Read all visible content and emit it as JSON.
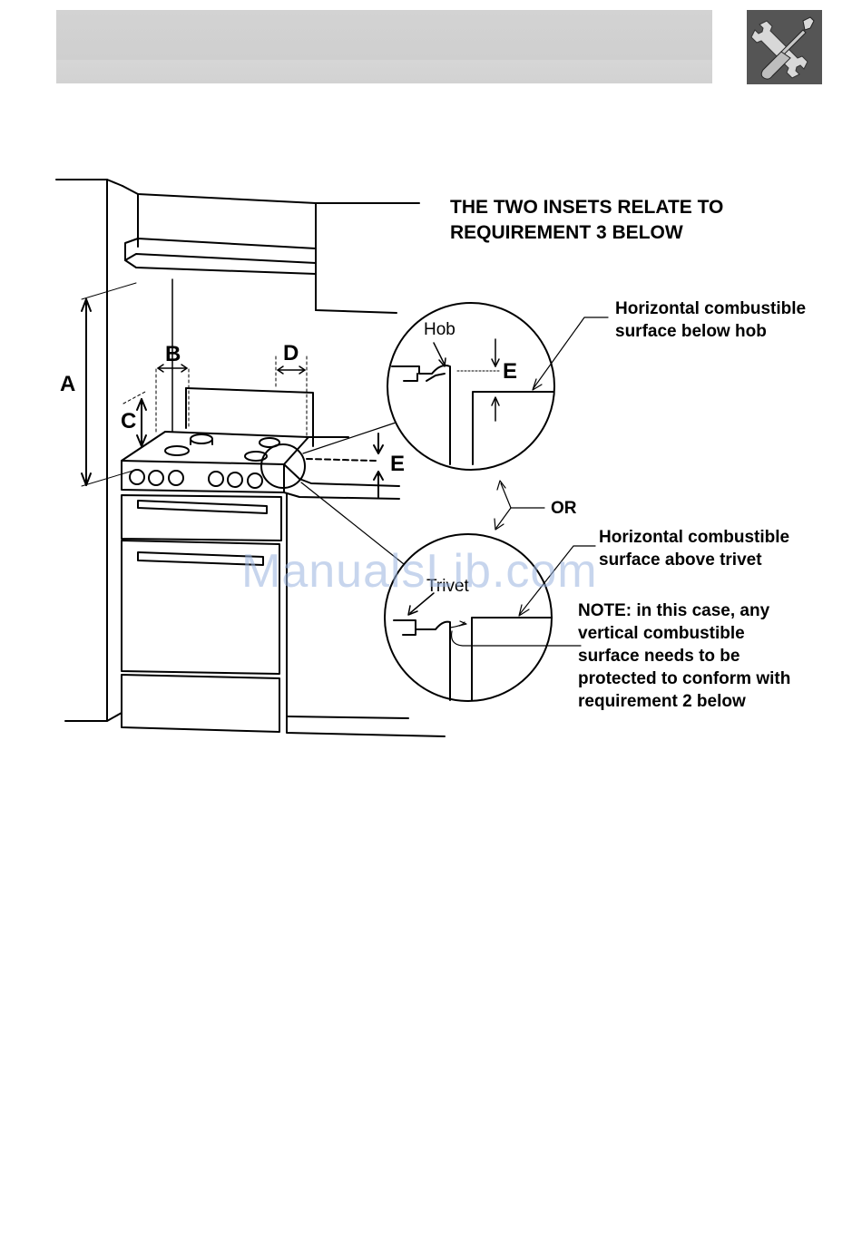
{
  "header": {
    "badge_icon": "screwdriver-wrench-icon"
  },
  "diagram": {
    "heading_line1": "THE TWO INSETS RELATE TO",
    "heading_line2": "REQUIREMENT 3 BELOW",
    "dim_a": "A",
    "dim_b": "B",
    "dim_c": "C",
    "dim_d": "D",
    "dim_e": "E",
    "inset1": {
      "label_hob": "Hob",
      "label_e": "E",
      "callout_line1": "Horizontal combustible",
      "callout_line2": "surface below hob"
    },
    "or_label": "OR",
    "inset2": {
      "label_trivet": "Trivet",
      "callout_line1": "Horizontal combustible",
      "callout_line2": "surface above trivet",
      "note_line1": "NOTE: in this case, any",
      "note_line2": "vertical combustible",
      "note_line3": "surface needs to be",
      "note_line4": "protected to conform with",
      "note_line5": "requirement 2 below"
    }
  },
  "watermark": "ManualsLib.com"
}
